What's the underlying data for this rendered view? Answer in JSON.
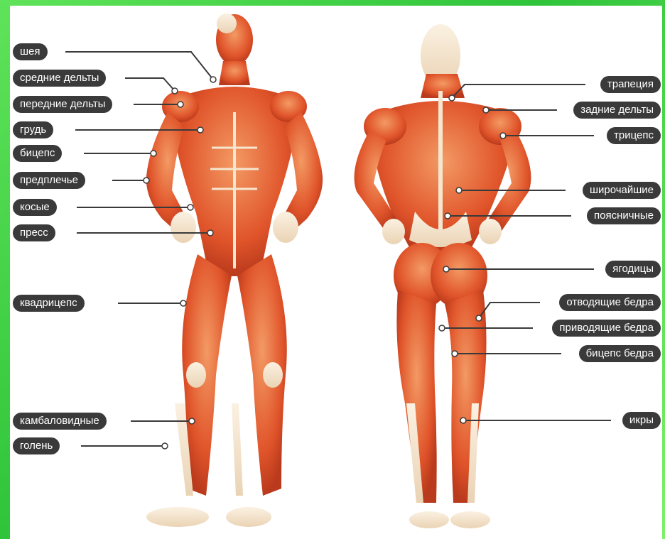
{
  "labels": {
    "neck": "шея",
    "mid_delts": "средние дельты",
    "front_delts": "передние дельты",
    "chest": "грудь",
    "biceps": "бицепс",
    "forearm": "предплечье",
    "obliques": "косые",
    "abs": "пресс",
    "quads": "квадрицепс",
    "soleus": "камбаловидные",
    "shin": "голень",
    "traps": "трапеция",
    "rear_delts": "задние дельты",
    "triceps": "трицепс",
    "lats": "широчайшие",
    "lower_back": "поясничные",
    "glutes": "ягодицы",
    "abductors": "отводящие бедра",
    "adductors": "приводящие бедра",
    "hamstrings": "бицепс бедра",
    "calves": "икры"
  },
  "colors": {
    "muscle": "#e0542a",
    "muscle_light": "#f08a52",
    "tendon": "#f5e6cf",
    "label_bg": "#3a3a3a",
    "border": "#3ccf3f"
  }
}
